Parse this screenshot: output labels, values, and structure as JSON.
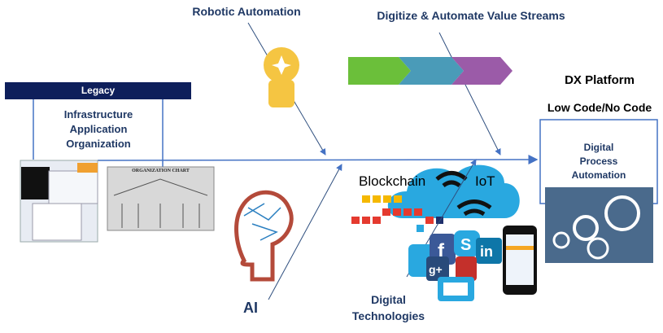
{
  "legacy": {
    "header": "Legacy",
    "lines": [
      "Infrastructure",
      "Application",
      "Organization"
    ],
    "org_chart_title": "ORGANIZATION CHART"
  },
  "robotic": {
    "label": "Robotic Automation"
  },
  "value_streams": {
    "label": "Digitize & Automate Value Streams",
    "colors": [
      "#6bbf3a",
      "#4a9bb8",
      "#9b5ba8"
    ]
  },
  "ai": {
    "label": "AI"
  },
  "digital": {
    "label_line1": "Digital",
    "label_line2": "Technologies",
    "blockchain": "Blockchain",
    "iot": "IoT"
  },
  "dx": {
    "title": "DX Platform",
    "subtitle": "Low Code/No Code",
    "box_lines": [
      "Digital",
      "Process",
      "Automation"
    ]
  },
  "colors": {
    "navy": "#0e1f5b",
    "text": "#1f3864",
    "line": "#4472c4",
    "cloud": "#29a8e0"
  }
}
